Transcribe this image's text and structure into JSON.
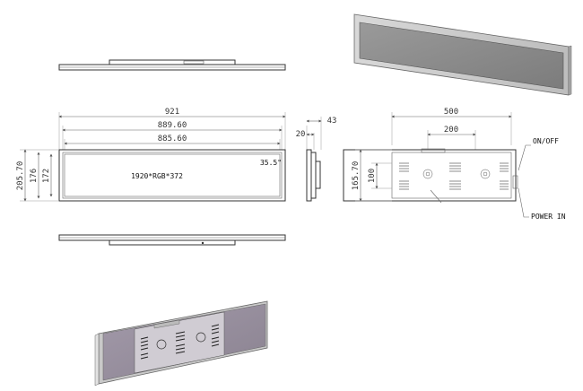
{
  "front_view": {
    "width_outer": "921",
    "width_mid": "889.60",
    "width_active": "885.60",
    "height_outer": "205.70",
    "height_mid": "176",
    "height_active": "172",
    "resolution_label": "1920*RGB*372",
    "diagonal_label": "35.5\""
  },
  "side_view": {
    "depth_total": "43",
    "depth_body": "20"
  },
  "rear_view": {
    "mount_outer": "500",
    "mount_inner": "200",
    "height_outer": "165.70",
    "height_inner": "100",
    "on_off_label": "ON/OFF",
    "power_in_label": "POWER IN"
  }
}
